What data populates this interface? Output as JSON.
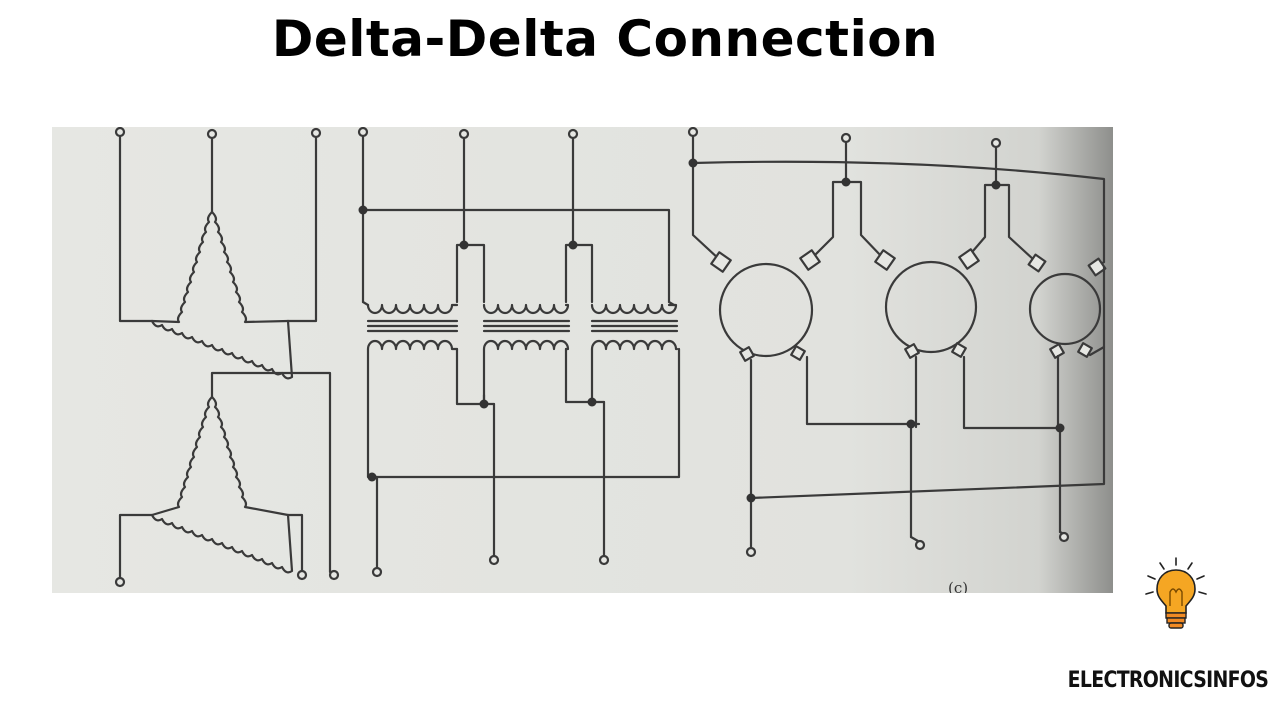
{
  "page": {
    "title": "Delta-Delta Connection",
    "figure_caption": "(c)",
    "brand": "ELECTRONICSINFOS"
  },
  "logo": {
    "icon": "lightbulb-icon",
    "color": "#f5a623"
  },
  "colors": {
    "paper": "#e3e4e0",
    "ink": "#3a3a3a"
  }
}
